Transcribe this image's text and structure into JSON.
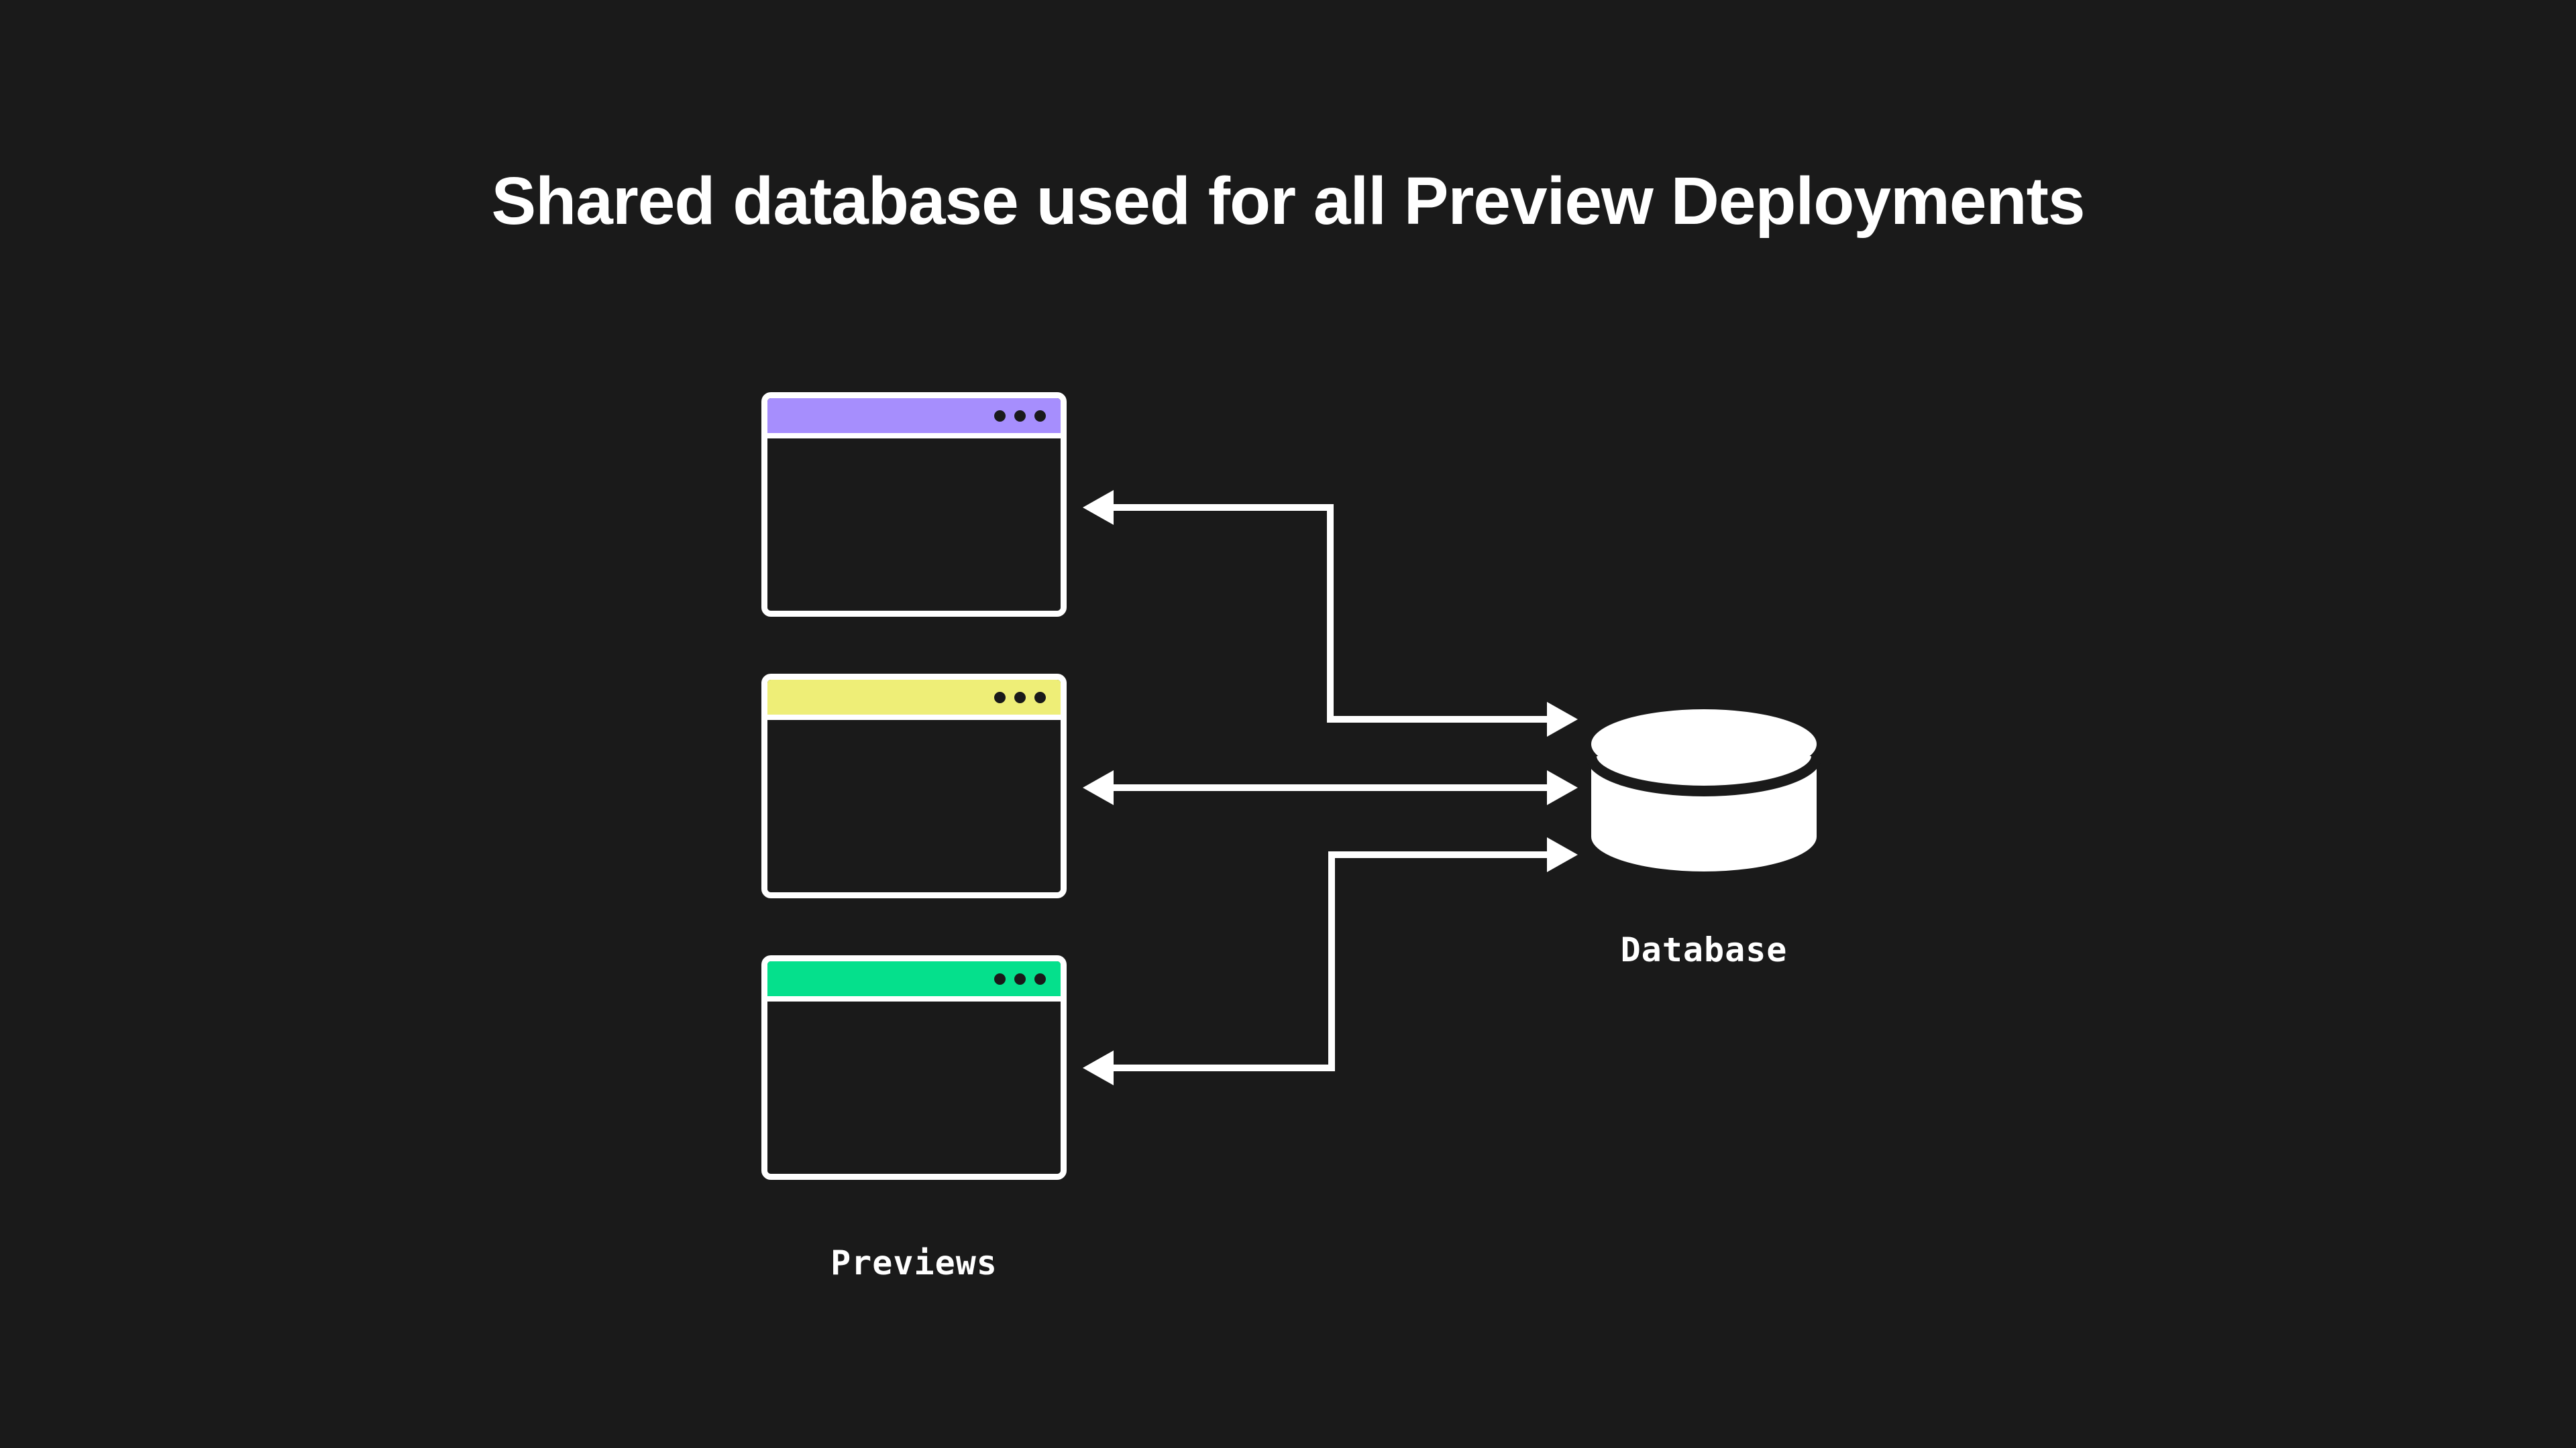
{
  "page": {
    "background_color": "#1a1a1a",
    "title": "Shared database used for all Preview Deployments"
  },
  "diagram": {
    "type": "architecture-diagram",
    "stroke_color": "#ffffff",
    "nodes": {
      "previews": {
        "label": "Previews",
        "windows": [
          {
            "name": "preview-window-purple",
            "titlebar_color": "#a68efd",
            "dot_count": 3,
            "dot_color": "#1a1a1a"
          },
          {
            "name": "preview-window-yellow",
            "titlebar_color": "#eeee77",
            "dot_count": 3,
            "dot_color": "#1a1a1a"
          },
          {
            "name": "preview-window-green",
            "titlebar_color": "#05e08c",
            "dot_count": 3,
            "dot_color": "#1a1a1a"
          }
        ]
      },
      "database": {
        "label": "Database",
        "shape": "cylinder",
        "fill_color": "#ffffff"
      }
    },
    "connectors": [
      {
        "name": "connector-purple-window-to-database",
        "from": "preview-window-purple",
        "to": "database",
        "style": "elbow",
        "arrowheads": "both"
      },
      {
        "name": "connector-yellow-window-to-database",
        "from": "preview-window-yellow",
        "to": "database",
        "style": "straight",
        "arrowheads": "both"
      },
      {
        "name": "connector-green-window-to-database",
        "from": "preview-window-green",
        "to": "database",
        "style": "elbow",
        "arrowheads": "both"
      }
    ]
  }
}
